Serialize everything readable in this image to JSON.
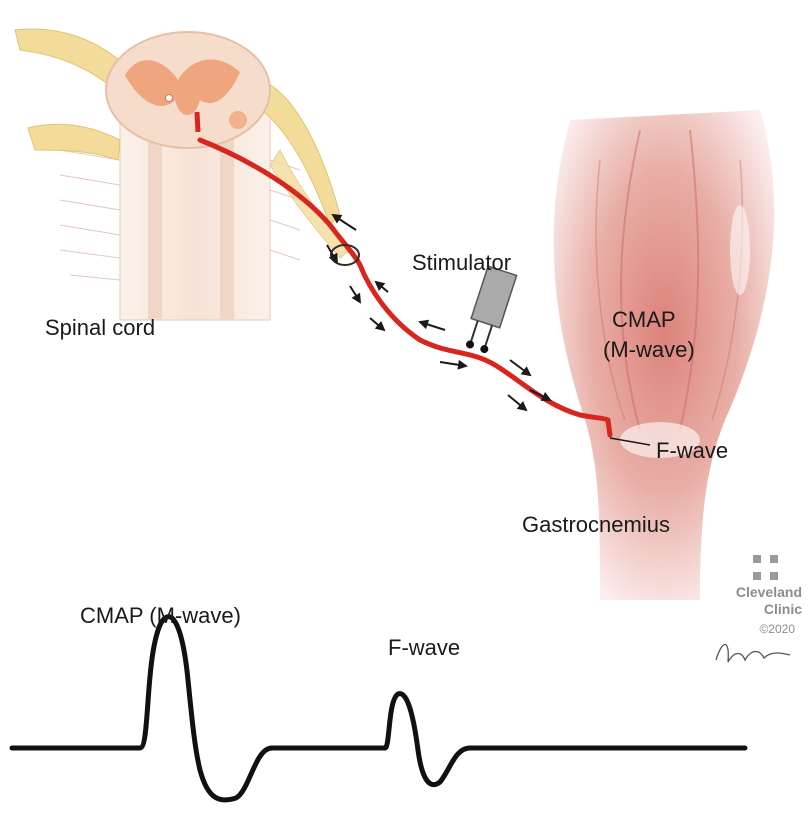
{
  "labels": {
    "spinal_cord": "Spinal cord",
    "stimulator": "Stimulator",
    "cmap_line1": "CMAP",
    "cmap_line2": "(M-wave)",
    "f_wave": "F-wave",
    "gastrocnemius": "Gastrocnemius"
  },
  "waveform": {
    "cmap_label": "CMAP (M-wave)",
    "f_wave_label": "F-wave"
  },
  "branding": {
    "org_line1": "Cleveland",
    "org_line2": "Clinic",
    "copyright": "©2020",
    "signature": "Sbanasz"
  },
  "colors": {
    "nerve": "#d7261e",
    "muscle": "#d98a80",
    "spinal_gray": "#f0a57e",
    "nerve_roots": "#f3dc9a",
    "waveform": "#111111",
    "brand_gray": "#8c8c8c"
  },
  "icons": [
    "cleveland-clinic-logo-icon",
    "stimulator-device-icon"
  ]
}
